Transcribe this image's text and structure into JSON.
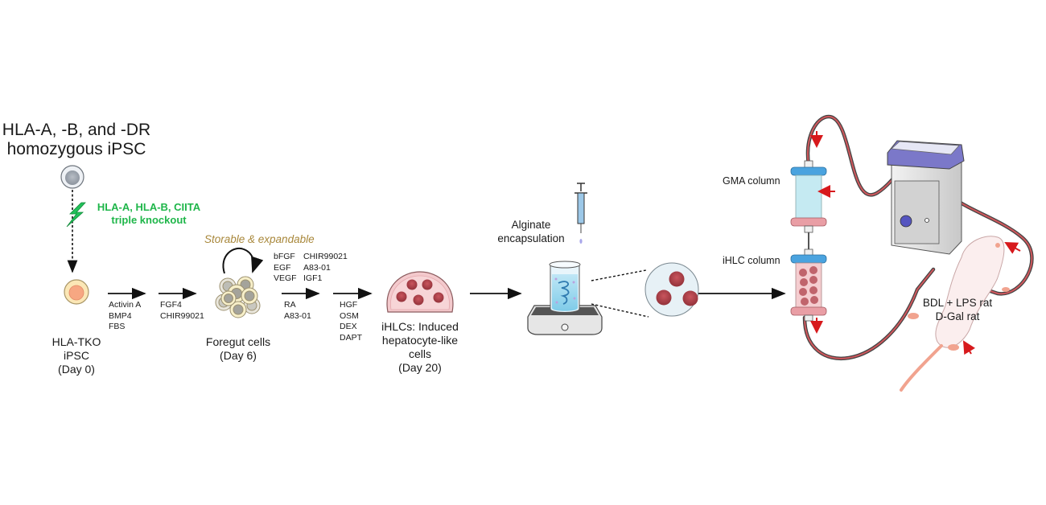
{
  "title": {
    "line1": "HLA-A, -B, and -DR",
    "line2": "homozygous iPSC"
  },
  "knockout": {
    "line1": "HLA-A, HLA-B, CIITA",
    "line2": "triple knockout",
    "color": "#1fb64a"
  },
  "stages": {
    "tko": {
      "line1": "HLA-TKO",
      "line2": "iPSC",
      "line3": "(Day 0)"
    },
    "foregut": {
      "line1": "Foregut cells",
      "line2": "(Day 6)"
    },
    "ihlc": {
      "line1": "iHLCs: Induced",
      "line2": "hepatocyte-like",
      "line3": "cells",
      "line4": "(Day 20)"
    }
  },
  "factors": {
    "step1": [
      "Activin A",
      "BMP4",
      "FBS"
    ],
    "step2": [
      "FGF4",
      "CHIR99021"
    ],
    "expansion": {
      "col1": [
        "bFGF",
        "EGF",
        "VEGF"
      ],
      "col2": [
        "CHIR99021",
        "A83-01",
        "IGF1"
      ]
    },
    "step3": [
      "RA",
      "A83-01"
    ],
    "step4": [
      "HGF",
      "OSM",
      "DEX",
      "DAPT"
    ]
  },
  "storable_note": "Storable & expandable",
  "encapsulation": {
    "line1": "Alginate",
    "line2": "encapsulation"
  },
  "columns": {
    "gma": "GMA column",
    "ihlc": "iHLC column"
  },
  "rat": {
    "line1": "BDL + LPS rat",
    "line2": "D-Gal rat"
  },
  "colors": {
    "flow_arrow": "#d7191c",
    "tubing": "#c8444a",
    "column_cap_blue": "#4aa3df",
    "column_cap_pink": "#e79aa0",
    "pump_purple": "#7b78c9",
    "cell_red": "#b5474f"
  }
}
